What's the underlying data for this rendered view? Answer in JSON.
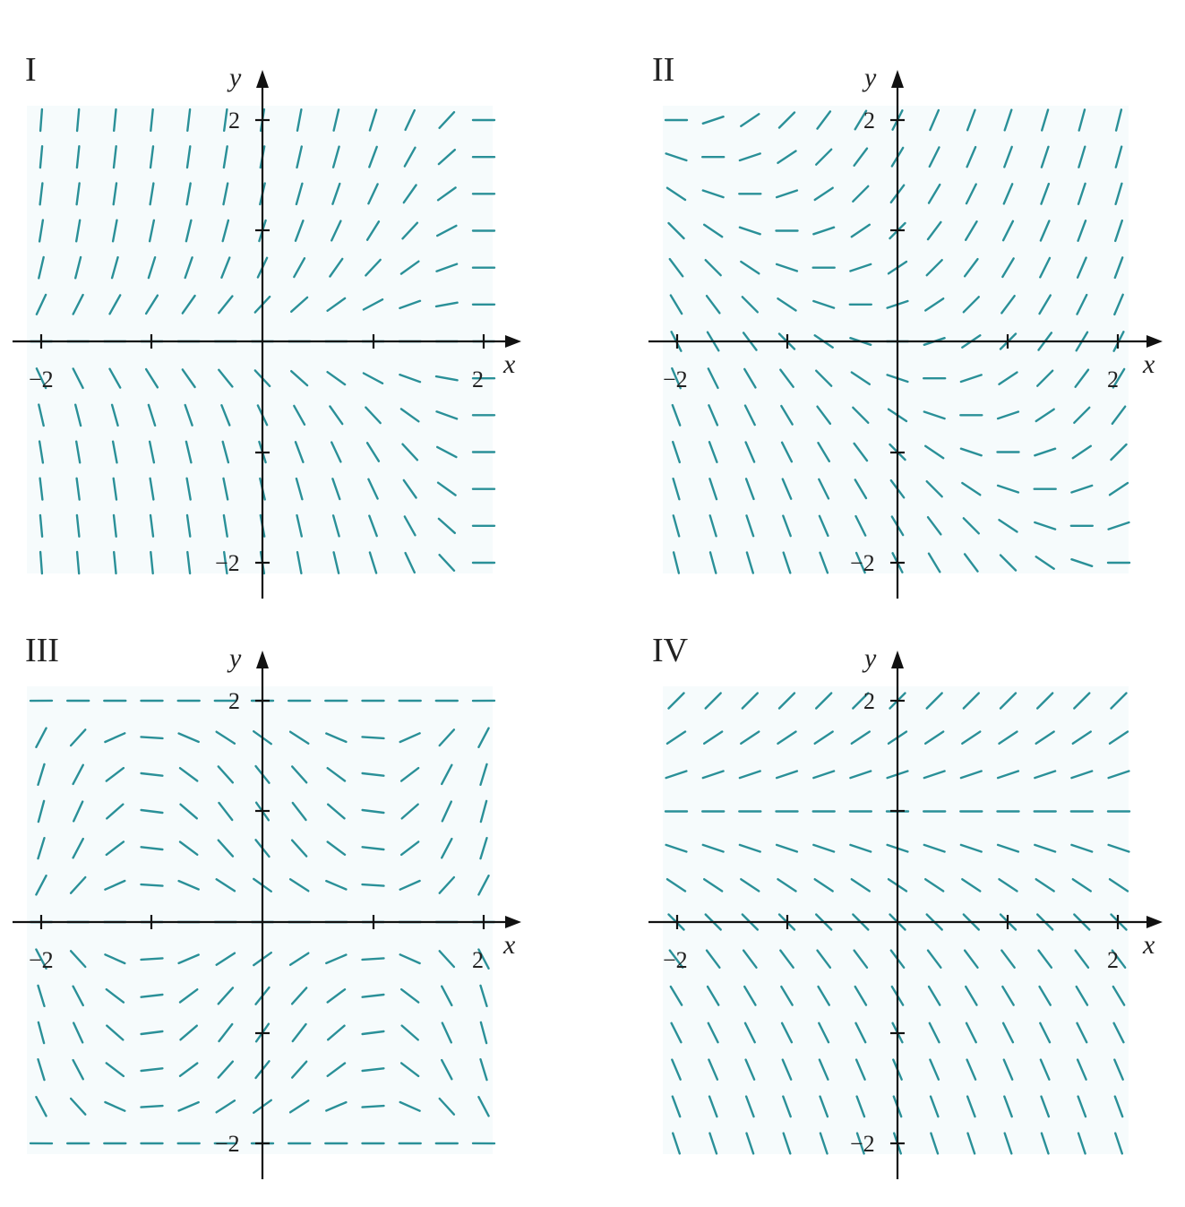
{
  "panels": [
    {
      "id": "I",
      "label": "I",
      "x_axis": "x",
      "y_axis": "y",
      "tick_labels": {
        "x_neg": "−2",
        "x_pos": "2",
        "y_pos": "2",
        "y_neg": "−2"
      }
    },
    {
      "id": "II",
      "label": "II",
      "x_axis": "x",
      "y_axis": "y",
      "tick_labels": {
        "x_neg": "−2",
        "x_pos": "2",
        "y_pos": "2",
        "y_neg": "−2"
      }
    },
    {
      "id": "III",
      "label": "III",
      "x_axis": "x",
      "y_axis": "y",
      "tick_labels": {
        "x_neg": "−2",
        "x_pos": "2",
        "y_pos": "2",
        "y_neg": "−2"
      }
    },
    {
      "id": "IV",
      "label": "IV",
      "x_axis": "x",
      "y_axis": "y",
      "tick_labels": {
        "x_neg": "−2",
        "x_pos": "2",
        "y_pos": "2",
        "y_neg": "−2"
      }
    }
  ],
  "field": {
    "x_range": [
      -2,
      2
    ],
    "y_range": [
      -2,
      2
    ],
    "grid_count": 13,
    "segment_color": "#2a9098"
  }
}
